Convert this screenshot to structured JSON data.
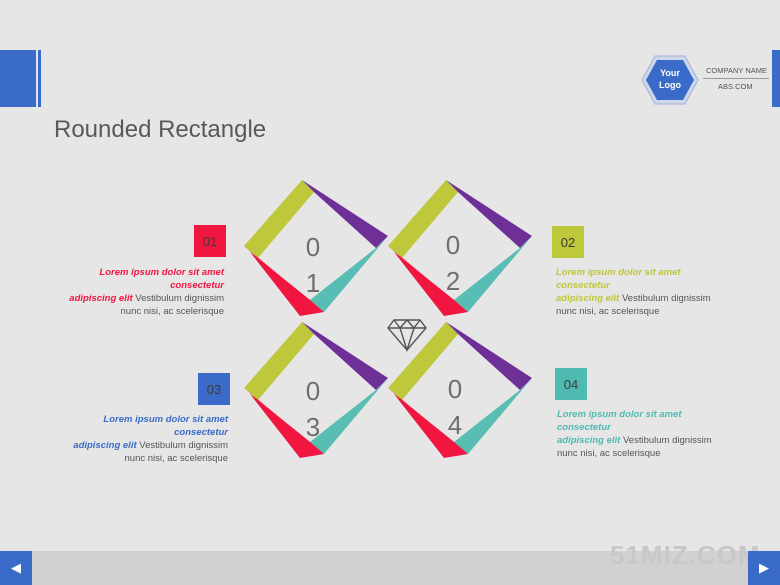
{
  "header": {
    "title": "Rounded Rectangle",
    "logo_line1": "Your",
    "logo_line2": "Logo",
    "company_name": "COMPANY NAME",
    "company_url": "ABS.COM"
  },
  "items": [
    {
      "num": "01",
      "digit1": "0",
      "digit2": "1",
      "color": "#f01640",
      "lead": "Lorem ipsum dolor sit amet consectetur",
      "lead2": "adipiscing elit",
      "body": "Vestibulum dignissim",
      "body2": "nunc nisi, ac scelerisque"
    },
    {
      "num": "02",
      "digit1": "0",
      "digit2": "2",
      "color": "#bfc73b",
      "lead": "Lorem ipsum dolor sit amet consectetur",
      "lead2": "adipiscing elit",
      "body": "Vestibulum dignissim",
      "body2": "nunc nisi, ac scelerisque"
    },
    {
      "num": "03",
      "digit1": "0",
      "digit2": "3",
      "color": "#3a6bc8",
      "lead": "Lorem ipsum dolor sit amet consectetur",
      "lead2": "adipiscing  elit",
      "body": "Vestibulum dignissim",
      "body2": "nunc nisi, ac scelerisque"
    },
    {
      "num": "04",
      "digit1": "0",
      "digit2": "4",
      "color": "#4fbab1",
      "lead": "Lorem ipsum dolor sit amet consectetur",
      "lead2": "adipiscing  elit",
      "body": "Vestibulum dignissim",
      "body2": "nunc nisi, ac scelerisque"
    }
  ],
  "colors": {
    "red": "#f01640",
    "lime": "#bfc73b",
    "purple": "#6e2f97",
    "teal": "#58bdb3",
    "blue": "#3a6bc8"
  },
  "center_icon": "diamond-icon",
  "nav": {
    "prev": "◀",
    "next": "▶"
  },
  "watermark": "51MIZ.COM"
}
